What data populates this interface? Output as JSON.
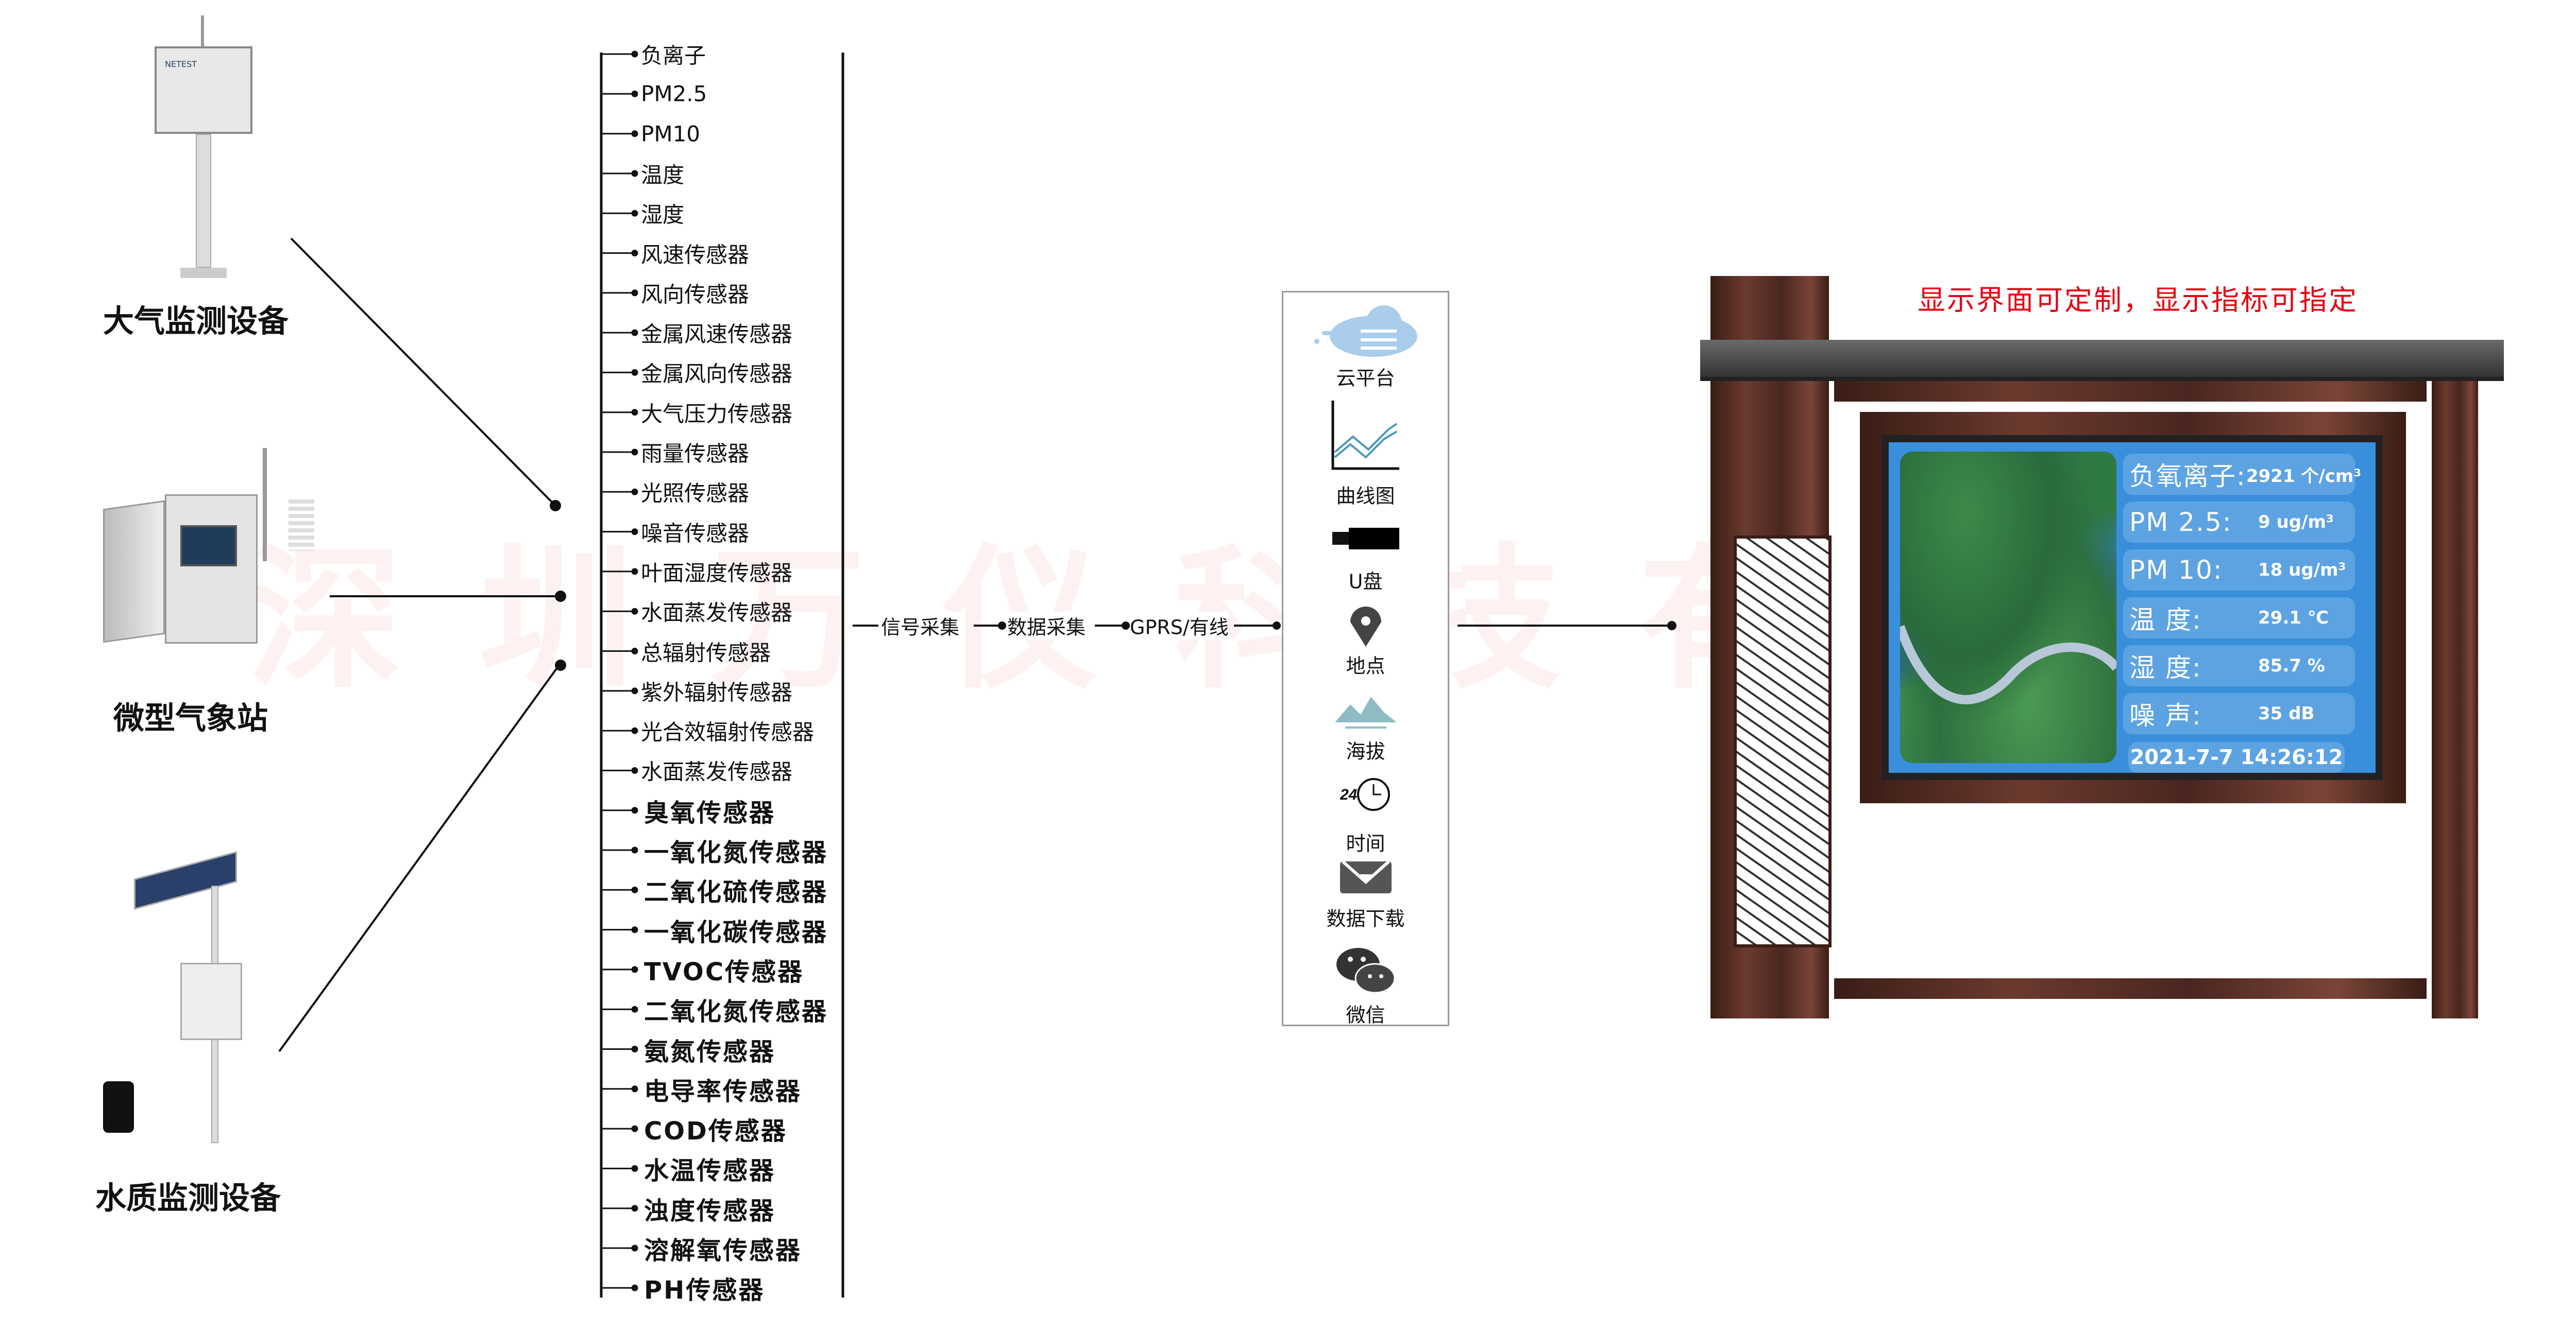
{
  "watermark": "深圳万仪科技有限",
  "devices": [
    {
      "label": "大气监测设备",
      "brand": "NETEST"
    },
    {
      "label": "微型气象站"
    },
    {
      "label": "水质监测设备"
    }
  ],
  "sensors": [
    "负离子",
    "PM2.5",
    "PM10",
    "温度",
    "湿度",
    "风速传感器",
    "风向传感器",
    "金属风速传感器",
    "金属风向传感器",
    "大气压力传感器",
    "雨量传感器",
    "光照传感器",
    "噪音传感器",
    "叶面湿度传感器",
    "水面蒸发传感器",
    "总辐射传感器",
    "紫外辐射传感器",
    "光合效辐射传感器",
    "水面蒸发传感器",
    "臭氧传感器",
    "一氧化氮传感器",
    "二氧化硫传感器",
    "一氧化碳传感器",
    "TVOC传感器",
    "二氧化氮传感器",
    "氨氮传感器",
    "电导率传感器",
    "COD传感器",
    "水温传感器",
    "浊度传感器",
    "溶解氧传感器",
    "PH传感器"
  ],
  "flow": {
    "step1": "信号采集",
    "step2": "数据采集",
    "step3": "GPRS/有线"
  },
  "panel": [
    {
      "icon": "cloud-icon",
      "label": "云平台"
    },
    {
      "icon": "line-chart-icon",
      "label": "曲线图"
    },
    {
      "icon": "usb-drive-icon",
      "label": "U盘"
    },
    {
      "icon": "location-pin-icon",
      "label": "地点"
    },
    {
      "icon": "mountain-icon",
      "label": "海拔"
    },
    {
      "icon": "clock-24h-icon",
      "label": "时间"
    },
    {
      "icon": "download-icon",
      "label": "数据下载"
    },
    {
      "icon": "wechat-icon",
      "label": "微信"
    }
  ],
  "board": {
    "title": "显示界面可定制，显示指标可指定",
    "rows": [
      {
        "key": "负氧离子:",
        "value": "2921 个/cm³"
      },
      {
        "key": "PM 2.5:",
        "value": "9 ug/m³"
      },
      {
        "key": "PM   10:",
        "value": "18 ug/m³"
      },
      {
        "key": "温    度:",
        "value": "29.1 ℃"
      },
      {
        "key": "湿    度:",
        "value": "85.7 %"
      },
      {
        "key": "噪    声:",
        "value": "35 dB"
      }
    ],
    "datetime": "2021-7-7 14:26:12"
  },
  "colors": {
    "accent_red": "#e60012",
    "screen_blue": "#3a8fdc",
    "wood": "#5a2e24"
  }
}
